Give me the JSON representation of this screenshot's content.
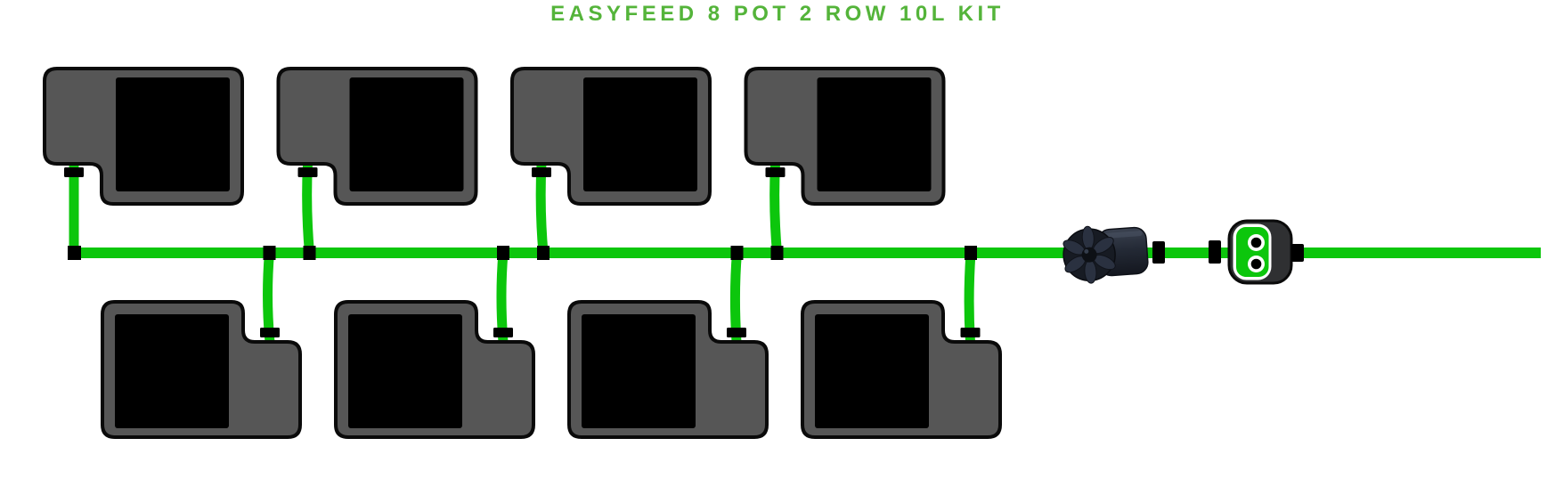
{
  "title": "EASYFEED 8 POT 2 ROW 10L KIT",
  "kit": {
    "brand": "EASYFEED",
    "pot_count": 8,
    "row_count": 2,
    "pot_volume": "10L",
    "rows": [
      {
        "name": "top-row",
        "pots": 4
      },
      {
        "name": "bottom-row",
        "pots": 4
      }
    ]
  },
  "diagram": {
    "components": [
      {
        "name": "pot-with-tray",
        "count": 8
      },
      {
        "name": "main-supply-line",
        "count": 1
      },
      {
        "name": "feed-tube",
        "count": 8
      },
      {
        "name": "tee-fitting",
        "count": 7
      },
      {
        "name": "elbow-fitting",
        "count": 1
      },
      {
        "name": "tube-clamp-fitting",
        "count": 8
      },
      {
        "name": "inline-pump",
        "count": 1
      },
      {
        "name": "easyfeed-valve-unit",
        "count": 1
      }
    ],
    "colors": {
      "tubing_green": "#0cc60c",
      "title_green": "#54b43a",
      "pot_body_grey": "#565656",
      "pot_opening_black": "#000000",
      "outline_black": "#0a0a0a",
      "pump_dark": "#1c212b",
      "valve_body_dark": "#2f3032",
      "valve_panel_white": "#ffffff",
      "background": "#ffffff"
    }
  }
}
